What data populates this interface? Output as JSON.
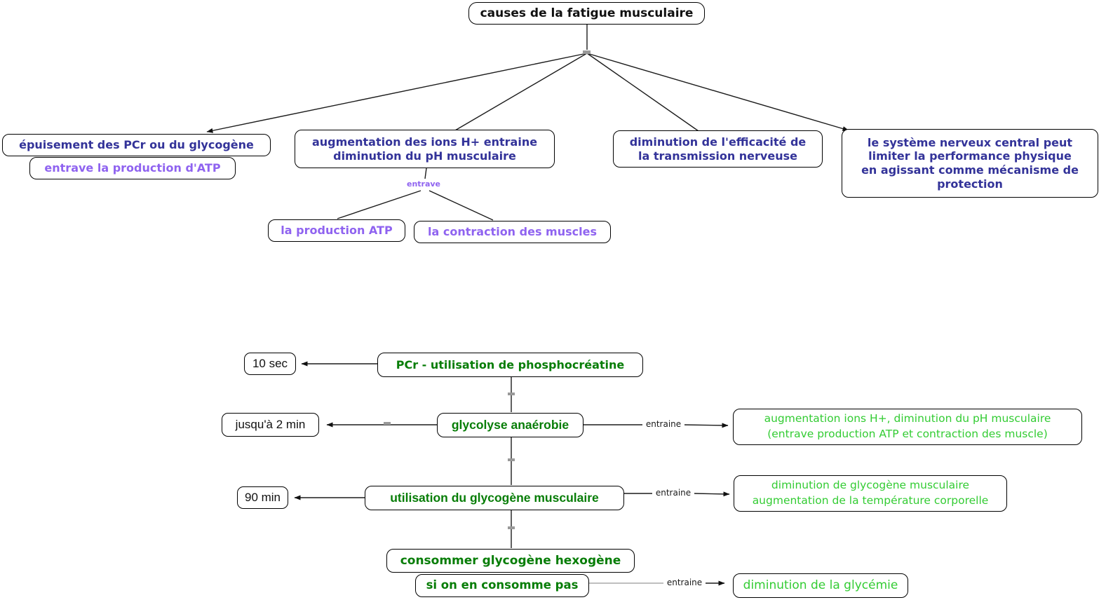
{
  "colors": {
    "concept_text": "#333399",
    "effect_text": "#8F63F0",
    "process_text": "#077D07",
    "result_text": "#33CC33",
    "plain_text": "#111111",
    "node_border": "#000000",
    "node_background": "#ffffff",
    "handle": "#999999"
  },
  "diagram": {
    "root": {
      "text": "causes de la fatigue musculaire"
    },
    "causes": {
      "pcr": {
        "text": "épuisement des PCr ou du glycogène",
        "effect": "entrave la production d'ATP"
      },
      "ions": {
        "text": "augmentation des ions H+ entraine\ndiminution du pH musculaire",
        "link_label": "entrave",
        "atp": "la production ATP",
        "contraction": "la contraction des muscles"
      },
      "nerve": {
        "text": "diminution de l'efficacité de\nla transmission nerveuse"
      },
      "cns": {
        "text": "le système nerveux central peut\nlimiter la performance physique\nen agissant comme mécanisme de\nprotection"
      }
    },
    "chain": {
      "pcr": {
        "text": "PCr - utilisation de phosphocréatine",
        "duration": "10 sec"
      },
      "glycolysis": {
        "text": "glycolyse anaérobie",
        "duration": "jusqu'à 2 min",
        "link_label": "entraine",
        "result": "augmentation ions H+, diminution du pH musculaire\n(entrave production ATP et contraction des muscle)"
      },
      "glycogen": {
        "text": "utilisation du glycogène musculaire",
        "duration": "90 min",
        "link_label": "entraine",
        "result": "diminution de glycogène musculaire\naugmentation de la température corporelle"
      },
      "exogenous": {
        "text": "consommer glycogène hexogène"
      },
      "no_consume": {
        "text": "si on en consomme pas",
        "link_label": "entraine",
        "result": "diminution de la glycémie"
      }
    }
  }
}
